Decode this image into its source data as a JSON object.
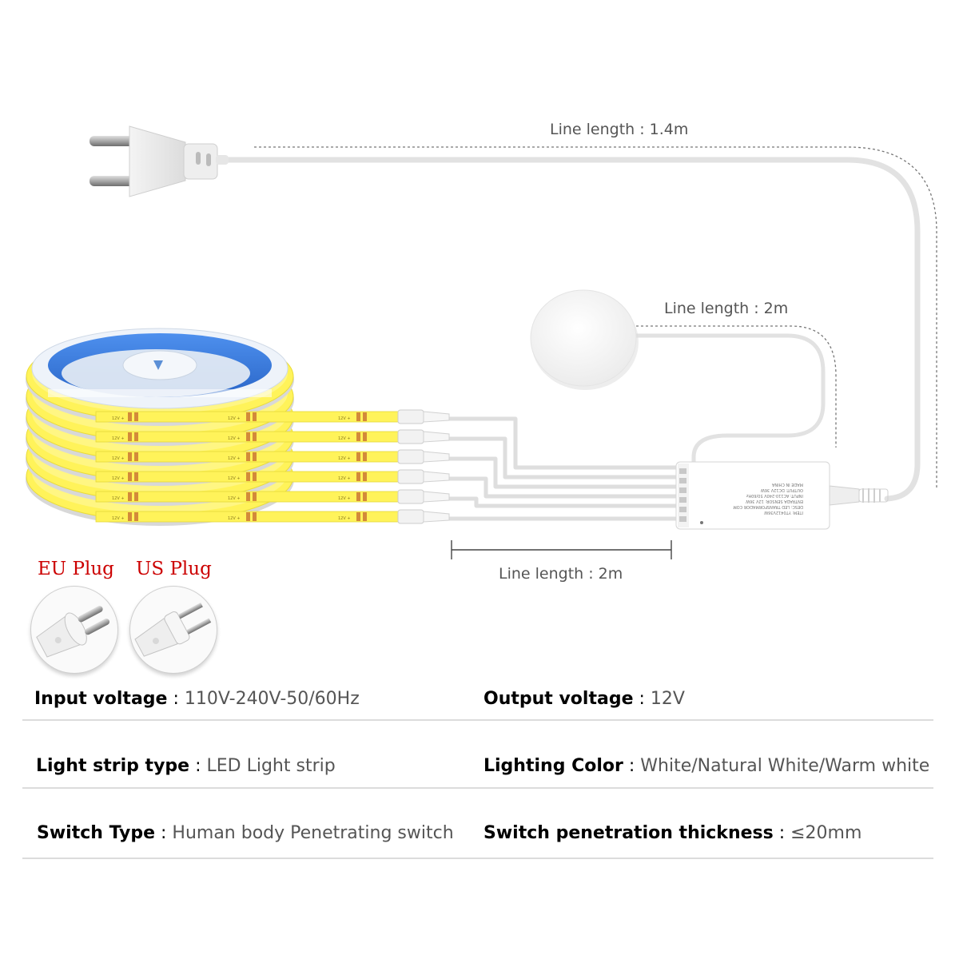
{
  "annotations": {
    "main_cable": "Line length : 1.4m",
    "sensor_cable": "Line length : 2m",
    "strip_cable": "Line length : 2m"
  },
  "plugs": {
    "eu_label": "EU Plug",
    "us_label": "US Plug",
    "label_color": "#cc0000"
  },
  "controller_text": [
    "ITEM: YT0412V36W",
    "DESC: LED TRANSFORMADOR COM",
    "ENTRADA SENSOR: 12V 36W",
    "INPUT: AC110-240V 50/60Hz",
    "OUTPUT: DC12V 36W",
    "MADE IN CHINA"
  ],
  "strip_marking": "12V +",
  "specs": {
    "rows": [
      [
        {
          "key": "Input voltage",
          "value": "110V-240V-50/60Hz"
        },
        {
          "key": "Output voltage",
          "value": "12V"
        }
      ],
      [
        {
          "key": "Light strip type",
          "value": "LED Light strip"
        },
        {
          "key": "Lighting Color",
          "value": "White/Natural White/Warm white"
        }
      ],
      [
        {
          "key": "Switch Type",
          "value": "Human body Penetrating switch"
        },
        {
          "key": "Switch penetration thickness",
          "value": "≤20mm"
        }
      ]
    ],
    "separator": " : "
  },
  "colors": {
    "strip_yellow": "#fff35a",
    "reel_blue": "#3a7de0",
    "cable_grey": "#e4e4e4",
    "dashed_line": "#777777"
  }
}
